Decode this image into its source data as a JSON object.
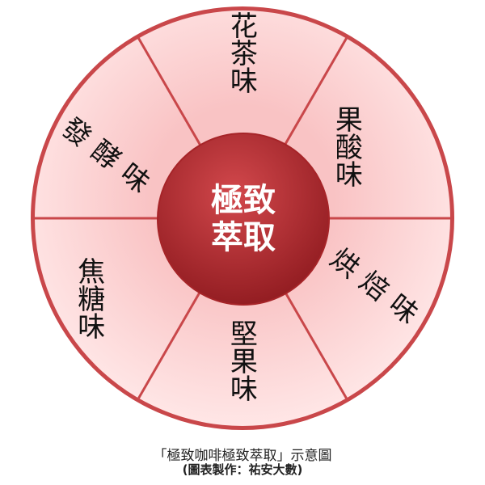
{
  "colors": {
    "outer": "#c9474a",
    "segment_light": "#fde3e3",
    "segment_mid": "#f6b6b7",
    "center": "#b8282d"
  },
  "center_label": {
    "line1": "極致",
    "line2": "萃取"
  },
  "segments": [
    "花茶味",
    "果酸味",
    "烘焙味",
    "堅果味",
    "焦糖味",
    "發酵味"
  ],
  "caption": {
    "title": "「極致咖啡極致萃取」示意圖",
    "credit": "(圖表製作：祐安大數)"
  }
}
